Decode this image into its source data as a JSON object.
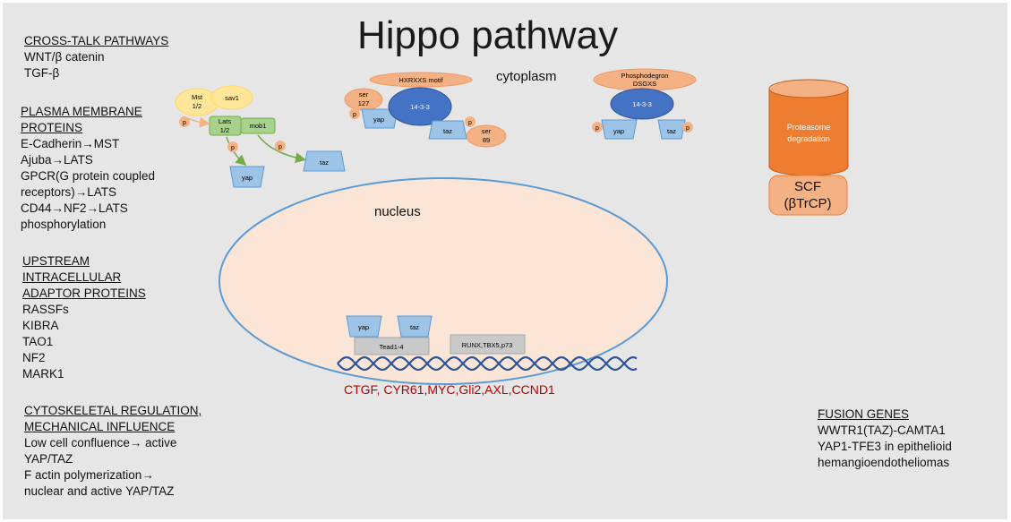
{
  "title": "Hippo pathway",
  "left_sections": [
    {
      "heading": [
        "CROSS-TALK PATHWAYS"
      ],
      "items": [
        "WNT/β catenin",
        "TGF-β"
      ]
    },
    {
      "heading": [
        "PLASMA MEMBRANE",
        "PROTEINS"
      ],
      "items": [
        "E-Cadherin→MST",
        "Ajuba→LATS",
        "GPCR(G protein coupled",
        "receptors)→LATS",
        "CD44→NF2→LATS",
        "phosphorylation"
      ]
    },
    {
      "heading": [
        "UPSTREAM",
        "INTRACELLULAR",
        "ADAPTOR PROTEINS"
      ],
      "items": [
        "RASSFs",
        "KIBRA",
        "TAO1",
        "NF2",
        "MARK1"
      ]
    },
    {
      "heading": [
        "CYTOSKELETAL REGULATION,",
        "MECHANICAL INFLUENCE"
      ],
      "items": [
        "Low cell confluence→ active",
        "YAP/TAZ",
        "F actin polymerization→",
        "nuclear and active YAP/TAZ"
      ]
    }
  ],
  "fusion": {
    "heading": "FUSION GENES",
    "items": [
      "WWTR1(TAZ)-CAMTA1",
      "YAP1-TFE3 in epithelioid",
      "hemangioendotheliomas"
    ]
  },
  "diagram": {
    "cytoplasm": "cytoplasm",
    "nucleus": "nucleus",
    "kinase": {
      "mst": [
        "Mst",
        "1/2"
      ],
      "sav1": "sav1",
      "lats": [
        "Lats",
        "1/2"
      ],
      "mob1": "mob1",
      "p": "p",
      "yap": "yap",
      "taz": "taz"
    },
    "complex1": {
      "motif": "HXRXXS motif",
      "ser127": [
        "ser",
        "127"
      ],
      "ser89": [
        "ser",
        "89"
      ],
      "protein": "14-3-3",
      "yap": "yap",
      "taz": "taz",
      "p": "p"
    },
    "complex2": {
      "motif": [
        "Phosphodegron",
        "DSGXS"
      ],
      "protein": "14-3-3",
      "yap": "yap",
      "taz": "taz",
      "p": "p"
    },
    "proteasome": {
      "label": [
        "Proteasome",
        "degradation"
      ],
      "scf": [
        "SCF",
        "(βTrCP)"
      ]
    },
    "nuclear": {
      "yap": "yap",
      "taz": "taz",
      "tead": "Tead1-4",
      "runx": "RUNX,TBX5,p73",
      "genes": "CTGF, CYR61,MYC,Gli2,AXL,CCND1"
    }
  },
  "colors": {
    "background": "#e7e6e6",
    "nucleus_fill": "#fbe5d6",
    "nucleus_stroke": "#5b9bd5",
    "blue_protein": "#9dc3e6",
    "dark_blue": "#4472c4",
    "green": "#a9d18e",
    "yellow": "#ffe699",
    "salmon": "#f4b183",
    "orange": "#ed7d31",
    "arrow_green": "#70ad47",
    "gene_red": "#c00000",
    "grey_box": "#c9c9c9",
    "dna": "#2f5597"
  }
}
